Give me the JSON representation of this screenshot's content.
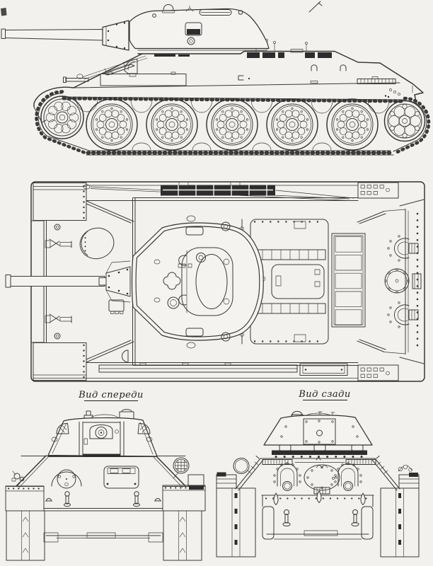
{
  "document": {
    "kind": "scanned technical line drawing",
    "subject": "T-34 tank four-view blueprint"
  },
  "labels": {
    "front_view": "Вид спереди",
    "rear_view": "Вид сзади"
  },
  "colors": {
    "paper": "#f2f1ed",
    "ink": "#3a3a3a",
    "dark_fill": "#2d2d2d"
  }
}
